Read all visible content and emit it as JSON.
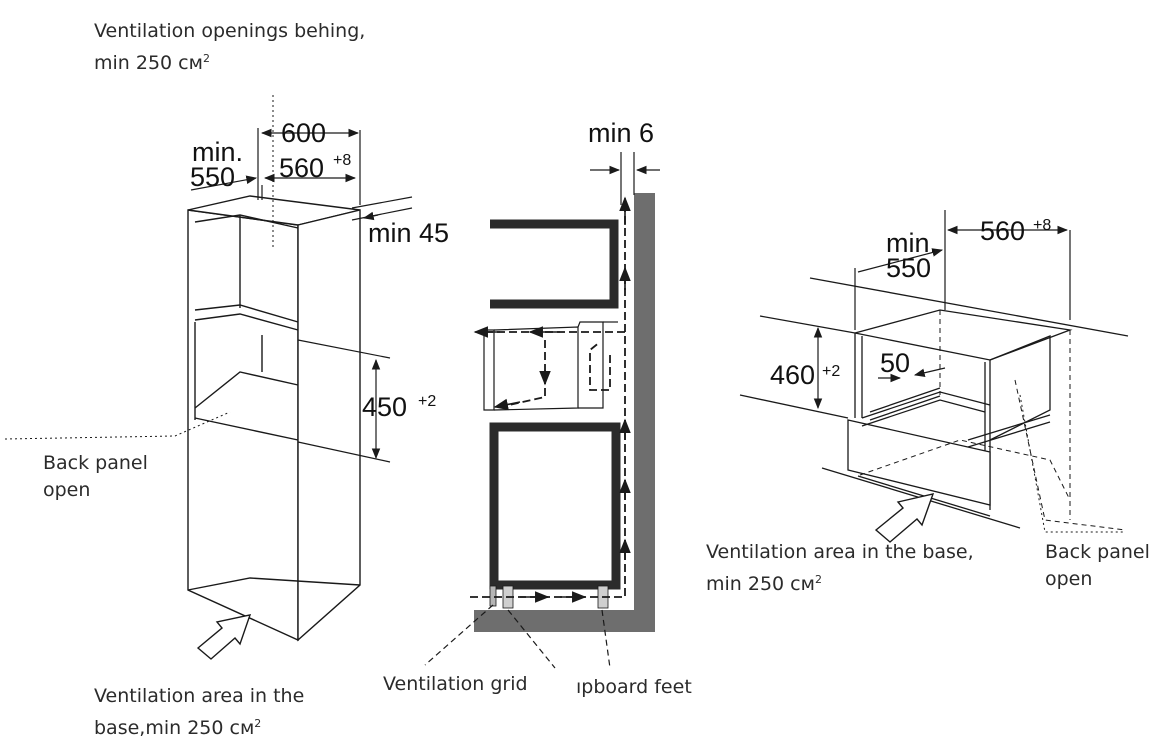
{
  "colors": {
    "line": "#1a1a1a",
    "wall": "#6e6e6e",
    "panel": "#2b2b2b",
    "text": "#2b2b2b"
  },
  "left_unit": {
    "top_note": {
      "line1": "Ventilation openings behing,",
      "line2_prefix": "min 250 см",
      "sup": "2"
    },
    "dim_min_label": "min.",
    "dim_550": "550",
    "dim_600": "600",
    "dim_560": "560",
    "dim_560_tol": "+8",
    "dim_min45": "min 45",
    "dim_450": "450",
    "dim_450_tol": "+2",
    "back_panel": {
      "line1": "Back panel",
      "line2": "open"
    },
    "base_note": {
      "line1": "Ventilation area in the",
      "line2_prefix": "base,min 250 см",
      "sup": "2"
    },
    "airflow_arrow_icon": "hollow-arrow-icon"
  },
  "section_view": {
    "dim_min6": "min 6",
    "ventilation_grid": "Ventilation grid",
    "cupboard_feet": "ıpboard feet"
  },
  "right_unit": {
    "dim_min_label": "min.",
    "dim_550": "550",
    "dim_560": "560",
    "dim_560_tol": "+8",
    "dim_460": "460",
    "dim_460_tol": "+2",
    "dim_50": "50",
    "base_note": {
      "line1": "Ventilation area in the base,",
      "line2_prefix": "min 250 см",
      "sup": "2"
    },
    "back_panel": {
      "line1": "Back panel",
      "line2": "open"
    },
    "airflow_arrow_icon": "hollow-arrow-icon"
  }
}
